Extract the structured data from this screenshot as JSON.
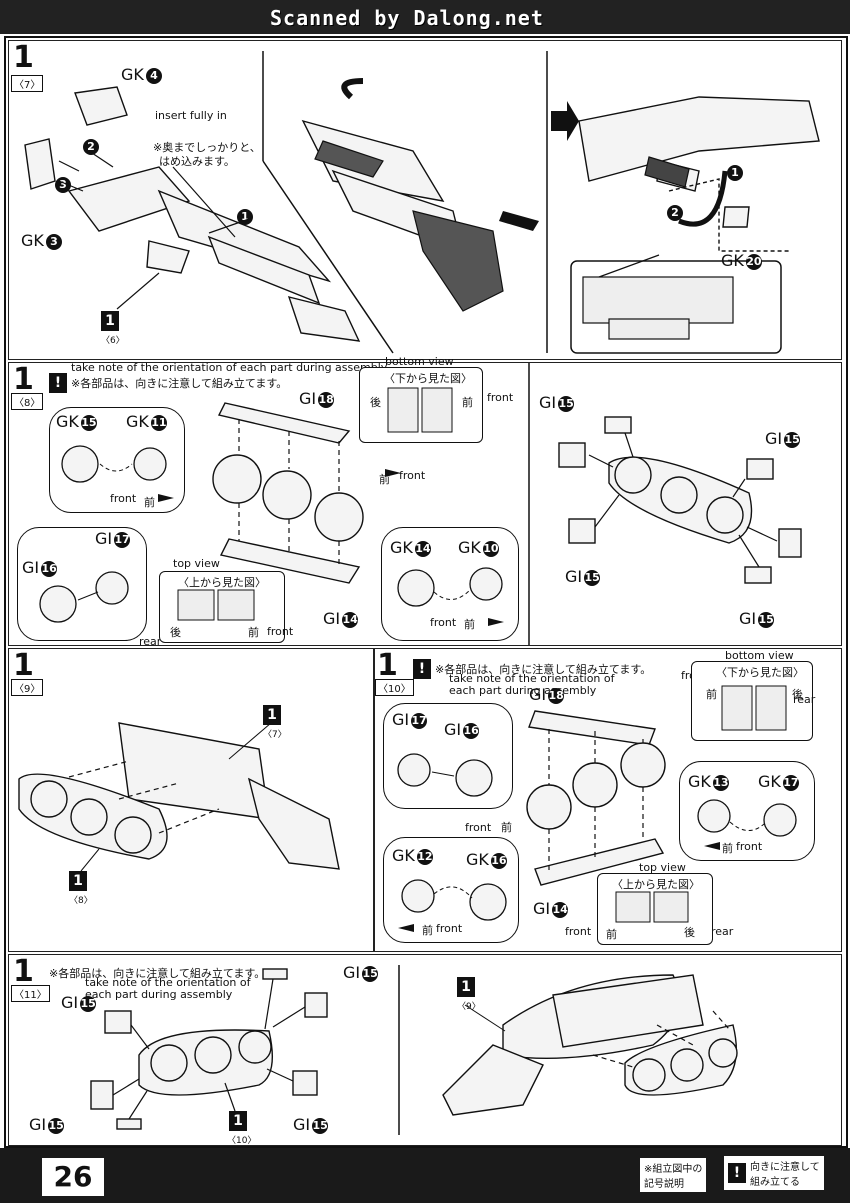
{
  "header": {
    "scan_credit": "Scanned by Dalong.net"
  },
  "common": {
    "step_number": "1"
  },
  "step7": {
    "sub": "〈7〉",
    "parts": {
      "gk4": "GK",
      "gk4_num": "4",
      "gk3": "GK",
      "gk3_num": "3",
      "gk20": "GK",
      "gk20_num": "20"
    },
    "note_en": "insert fully in",
    "note_jp1": "※奥までしっかりと、",
    "note_jp2": "はめ込みます。",
    "ref_sub": "〈6〉",
    "arrows": [
      "1",
      "2",
      "3"
    ],
    "arrows_right": [
      "1",
      "2"
    ]
  },
  "step8": {
    "sub": "〈8〉",
    "warn_en": "take note of the orientation of each part during assembly",
    "warn_jp": "※各部品は、向きに注意して組み立てます。",
    "bottom_view_en": "bottom view",
    "bottom_view_jp": "〈下から見た図〉",
    "back_jp": "後",
    "front_jp": "前",
    "front_en": "front",
    "top_view_en": "top view",
    "top_view_jp": "〈上から見た図〉",
    "rear_en": "rear",
    "parts": {
      "gk15": "GK",
      "gk15_num": "15",
      "gk11": "GK",
      "gk11_num": "11",
      "gi18": "GI",
      "gi18_num": "18",
      "gi17": "GI",
      "gi17_num": "17",
      "gi16": "GI",
      "gi16_num": "16",
      "gi14": "GI",
      "gi14_num": "14",
      "gk14": "GK",
      "gk14_num": "14",
      "gk10": "GK",
      "gk10_num": "10",
      "gi15": "GI",
      "gi15_num": "15"
    }
  },
  "step9": {
    "sub": "〈9〉",
    "ref7": "〈7〉",
    "ref8": "〈8〉"
  },
  "step10": {
    "sub": "〈10〉",
    "warn_jp": "※各部品は、向きに注意して組み立てます。",
    "warn_en": "take note of the orientation of each part during assembly",
    "bottom_view_en": "bottom view",
    "bottom_view_jp": "〈下から見た図〉",
    "front_en": "front",
    "front_jp": "前",
    "back_jp": "後",
    "rear_en": "rear",
    "top_view_en": "top view",
    "top_view_jp": "〈上から見た図〉",
    "parts": {
      "gi18": "GI",
      "gi18_num": "18",
      "gi17": "GI",
      "gi17_num": "17",
      "gi16": "GI",
      "gi16_num": "16",
      "gk13": "GK",
      "gk13_num": "13",
      "gk17": "GK",
      "gk17_num": "17",
      "gk12": "GK",
      "gk12_num": "12",
      "gk16": "GK",
      "gk16_num": "16",
      "gi14": "GI",
      "gi14_num": "14"
    }
  },
  "step11": {
    "sub": "〈11〉",
    "warn_jp": "※各部品は、向きに注意して組み立てます。",
    "warn_en": "take note of the orientation of each part during assembly",
    "gi15": "GI",
    "gi15_num": "15",
    "ref10": "〈10〉",
    "ref9": "〈9〉"
  },
  "footer": {
    "page_number": "26",
    "legend_jp1": "※組立図中の",
    "legend_jp2": "記号説明",
    "legend_icon": "!",
    "legend_note1": "向きに注意して",
    "legend_note2": "組み立てる"
  }
}
